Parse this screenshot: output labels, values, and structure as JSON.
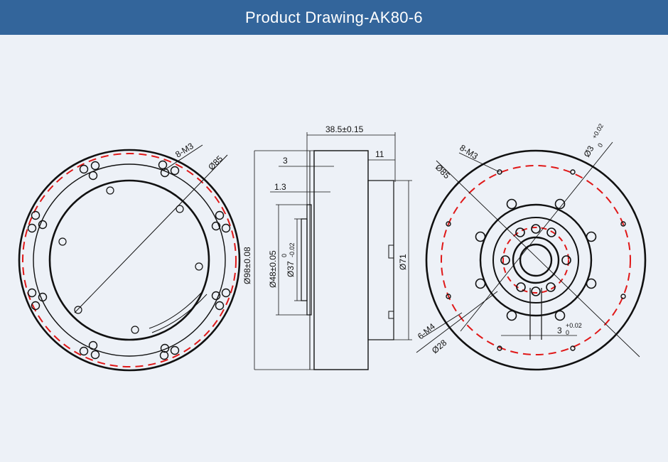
{
  "header": {
    "title": "Product Drawing-AK80-6"
  },
  "colors": {
    "header_bg": "#33659b",
    "page_bg": "#edf1f7",
    "line": "#111111",
    "pcd_dash": "#e01818"
  },
  "front_view": {
    "label_holes": "8-M3",
    "label_pcd": "Ø85"
  },
  "side_view": {
    "dim_length": "38.5±0.15",
    "dim_3": "3",
    "dim_11": "11",
    "dim_1_3": "1.3",
    "dim_od": "Ø98±0.08",
    "dim_48": "Ø48±0.05",
    "dim_37": "Ø37",
    "dim_37_tol_upper": "0",
    "dim_37_tol_lower": "-0.02",
    "dim_71": "Ø71"
  },
  "back_view": {
    "label_holes": "8-M3",
    "label_pcd85": "Ø85",
    "label_pin": "Ø3",
    "label_pin_tol_upper": "+0.02",
    "label_pin_tol_lower": "0",
    "label_m4": "6-M4",
    "label_pcd28": "Ø28",
    "label_slot": "3",
    "label_slot_tol_upper": "+0.02",
    "label_slot_tol_lower": "0"
  }
}
